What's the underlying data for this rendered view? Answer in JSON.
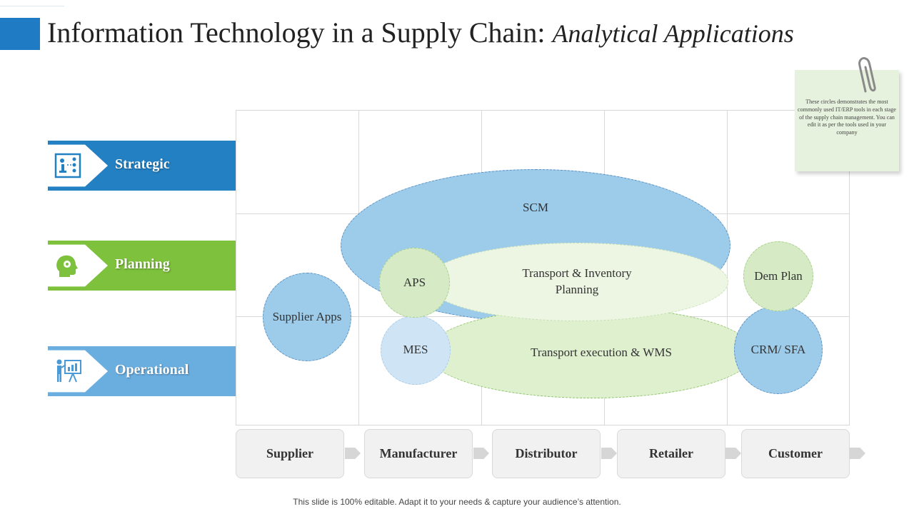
{
  "title": {
    "main": "Information Technology in a Supply Chain:",
    "subtitle": "Analytical Applications"
  },
  "bands": [
    {
      "label": "Strategic",
      "color": "#2380c3",
      "icon": "strategy-board-icon"
    },
    {
      "label": "Planning",
      "color": "#7dc13c",
      "icon": "head-gear-icon"
    },
    {
      "label": "Operational",
      "color": "#6aaee0",
      "icon": "presentation-icon"
    }
  ],
  "applications": {
    "scm": "SCM",
    "transport_inventory": "Transport & Inventory Planning",
    "aps": "APS",
    "supplier_apps": "Supplier Apps",
    "mes": "MES",
    "transport_exec": "Transport execution & WMS",
    "dem_plan": "Dem Plan",
    "crm_sfa": "CRM/ SFA"
  },
  "stages": [
    "Supplier",
    "Manufacturer",
    "Distributor",
    "Retailer",
    "Customer"
  ],
  "note": {
    "text": "These circles demonstrates the most commonly used IT/ERP tools in each stage of the supply chain management. You can edit it as per the tools used in your company"
  },
  "footer": "This slide is 100% editable. Adapt it to your needs & capture your audience’s attention.",
  "colors": {
    "accent": "#1e7bc4",
    "blue_fill": "#9dcbea",
    "light_blue_fill": "#cfe5f6",
    "green_fill": "#dff0cf",
    "light_green_fill": "#ecf6e3",
    "circle_green": "#d5eac5"
  }
}
